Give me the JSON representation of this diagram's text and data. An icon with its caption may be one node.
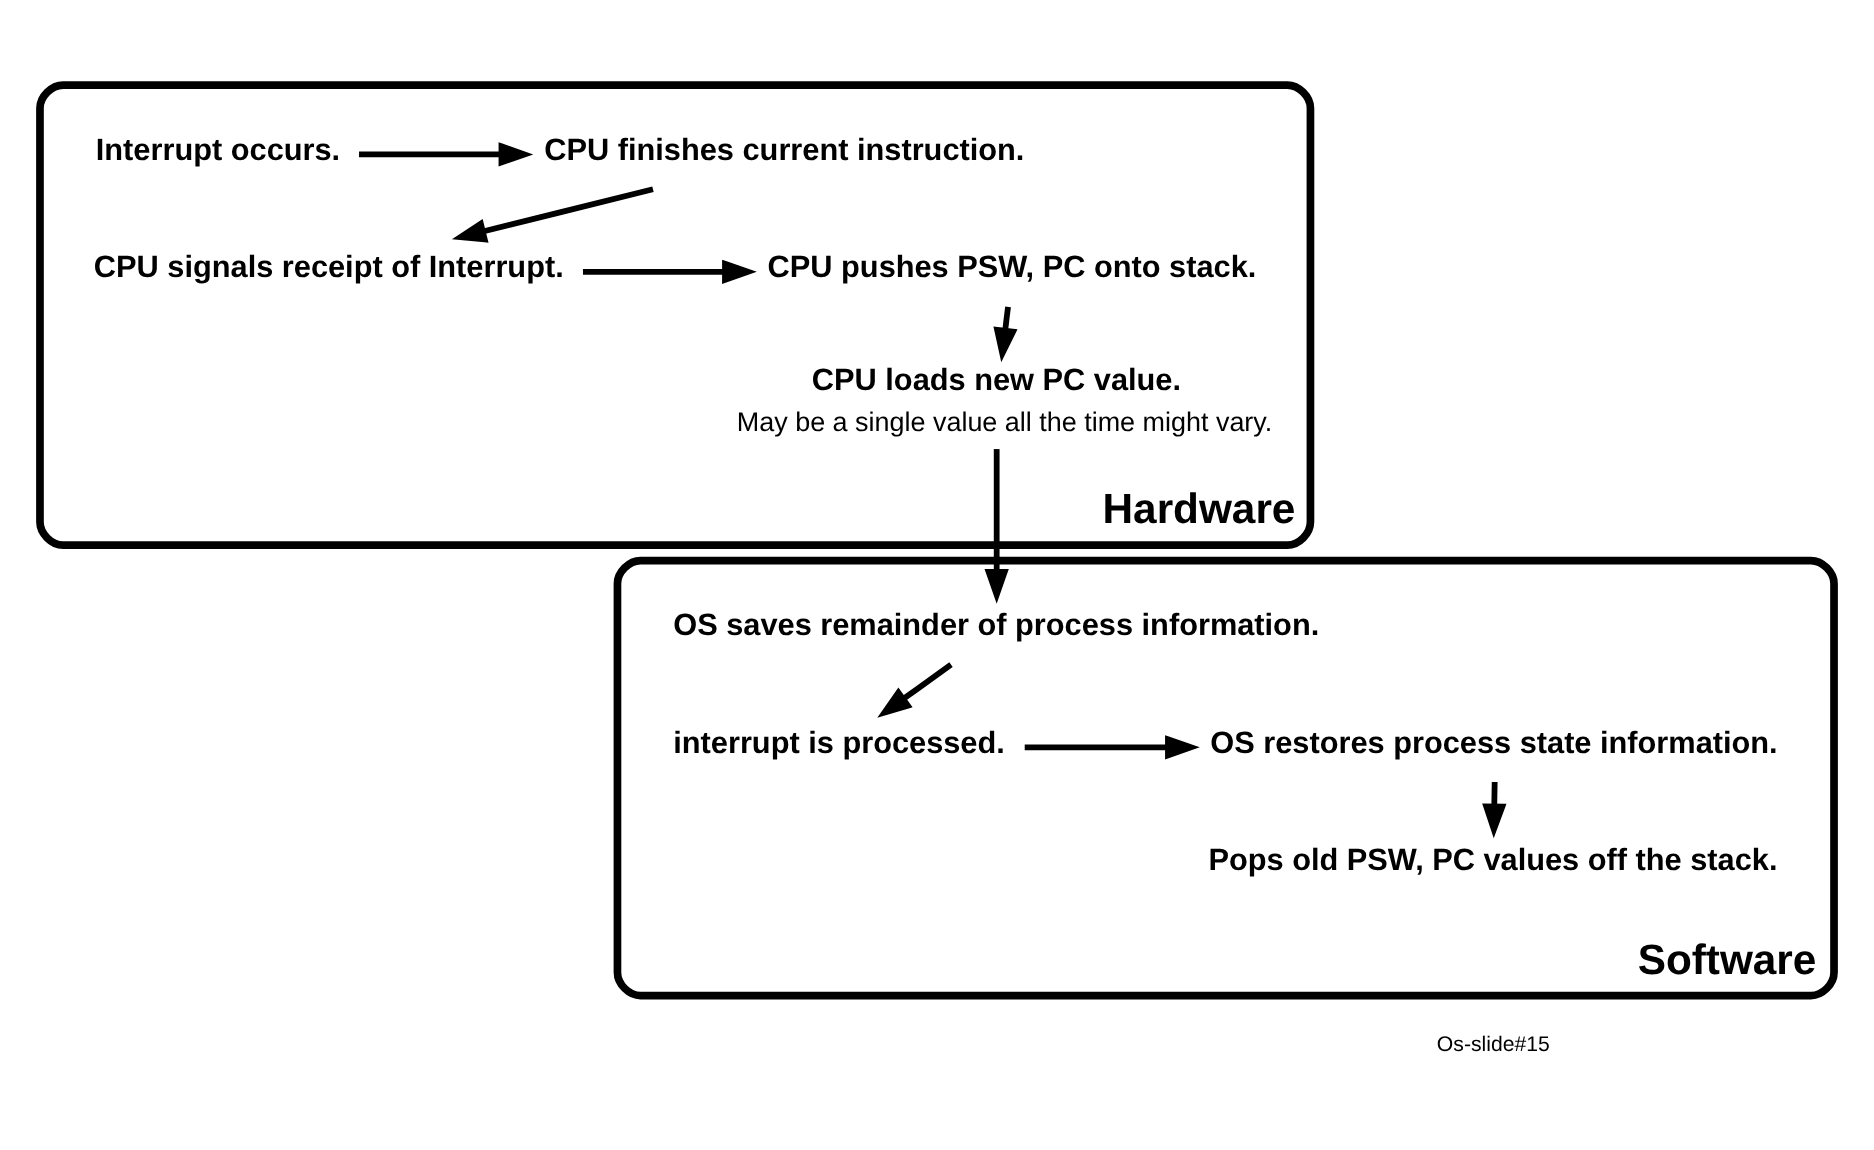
{
  "diagram": {
    "nodes": [
      {
        "text": [
          "Hardware"
        ]
      },
      {
        "text": [
          "Interrupt occurs."
        ],
        "in": 0
      },
      {
        "text": [
          "CPU finishes current instruction."
        ],
        "in": 0
      },
      {
        "text": [
          "CPU signals receipt of Interrupt."
        ],
        "in": 0
      },
      {
        "text": [
          "CPU pushes PSW, PC onto stack."
        ],
        "in": 0
      },
      {
        "text": [
          "CPU loads new PC value."
        ],
        "in": 0,
        "beside": [
          "May be a single value all the time might vary."
        ]
      },
      {
        "text": [
          "Software"
        ]
      },
      {
        "text": [
          "OS saves remainder of process information."
        ],
        "in": 6
      },
      {
        "text": [
          "interrupt is processed."
        ],
        "in": 6
      },
      {
        "text": [
          "OS restores process state information."
        ],
        "in": 6
      },
      {
        "text": [
          "Pops old PSW, PC values off the stack."
        ],
        "in": 6
      }
    ],
    "edges": [
      {
        "from": 1,
        "to": 2,
        "arrow": "to"
      },
      {
        "from": 2,
        "to": 3,
        "arrow": "to"
      },
      {
        "from": 3,
        "to": 4,
        "arrow": "to"
      },
      {
        "from": 4,
        "to": 5,
        "arrow": "to"
      },
      {
        "from": 5,
        "to": 7,
        "arrow": "to"
      },
      {
        "from": 7,
        "to": 8,
        "arrow": "to"
      },
      {
        "from": 8,
        "to": 9,
        "arrow": "to"
      },
      {
        "from": 9,
        "to": 10,
        "arrow": "to"
      }
    ],
    "labels": [
      "Os-slide#15"
    ]
  }
}
